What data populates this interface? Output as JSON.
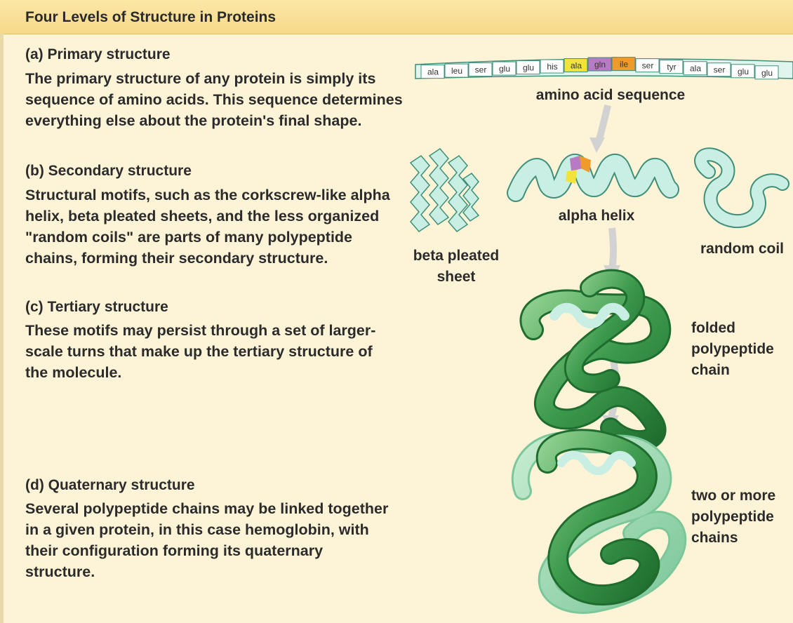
{
  "header": {
    "title": "Four Levels of Structure in Proteins"
  },
  "sections": [
    {
      "heading": "(a)  Primary structure",
      "body": "The primary structure of any protein is simply its sequence of amino acids. This sequence determines everything else about the protein's final shape."
    },
    {
      "heading": "(b)  Secondary structure",
      "body": "Structural motifs, such as the corkscrew-like alpha helix, beta pleated sheets, and the less organized \"random coils\" are parts of many polypeptide chains, forming their secondary structure."
    },
    {
      "heading": "(c)  Tertiary structure",
      "body": "These motifs may persist through a set of larger-scale turns that make up the tertiary structure of the molecule."
    },
    {
      "heading": "(d)  Quaternary structure",
      "body": "Several polypeptide chains may be linked together in a given protein, in this case hemoglobin, with their configuration forming its quaternary structure."
    }
  ],
  "figure": {
    "amino_acids": [
      "ala",
      "leu",
      "ser",
      "glu",
      "glu",
      "his",
      "ala",
      "gln",
      "ile",
      "ser",
      "tyr",
      "ala",
      "ser",
      "glu",
      "glu"
    ],
    "amino_acid_colors": [
      "#ffffff",
      "#ffffff",
      "#ffffff",
      "#ffffff",
      "#ffffff",
      "#ffffff",
      "#f2e33a",
      "#b77ac4",
      "#ef9b2c",
      "#ffffff",
      "#ffffff",
      "#ffffff",
      "#ffffff",
      "#ffffff",
      "#ffffff"
    ],
    "labels": {
      "sequence": "amino acid sequence",
      "alpha_helix": "alpha helix",
      "beta_sheet_line1": "beta pleated",
      "beta_sheet_line2": "sheet",
      "random_coil": "random coil",
      "folded_1": "folded",
      "folded_2": "polypeptide",
      "folded_3": "chain",
      "two_more_1": "two or more",
      "two_more_2": "polypeptide",
      "two_more_3": "chains"
    },
    "colors": {
      "ribbon": "#c9eee3",
      "ribbon_edge": "#3f8f7a",
      "tube": "#3c9a4c",
      "tube_dark": "#1f6d2e",
      "tube_light": "#8fd08f",
      "arrow": "#cfcfcf"
    }
  }
}
